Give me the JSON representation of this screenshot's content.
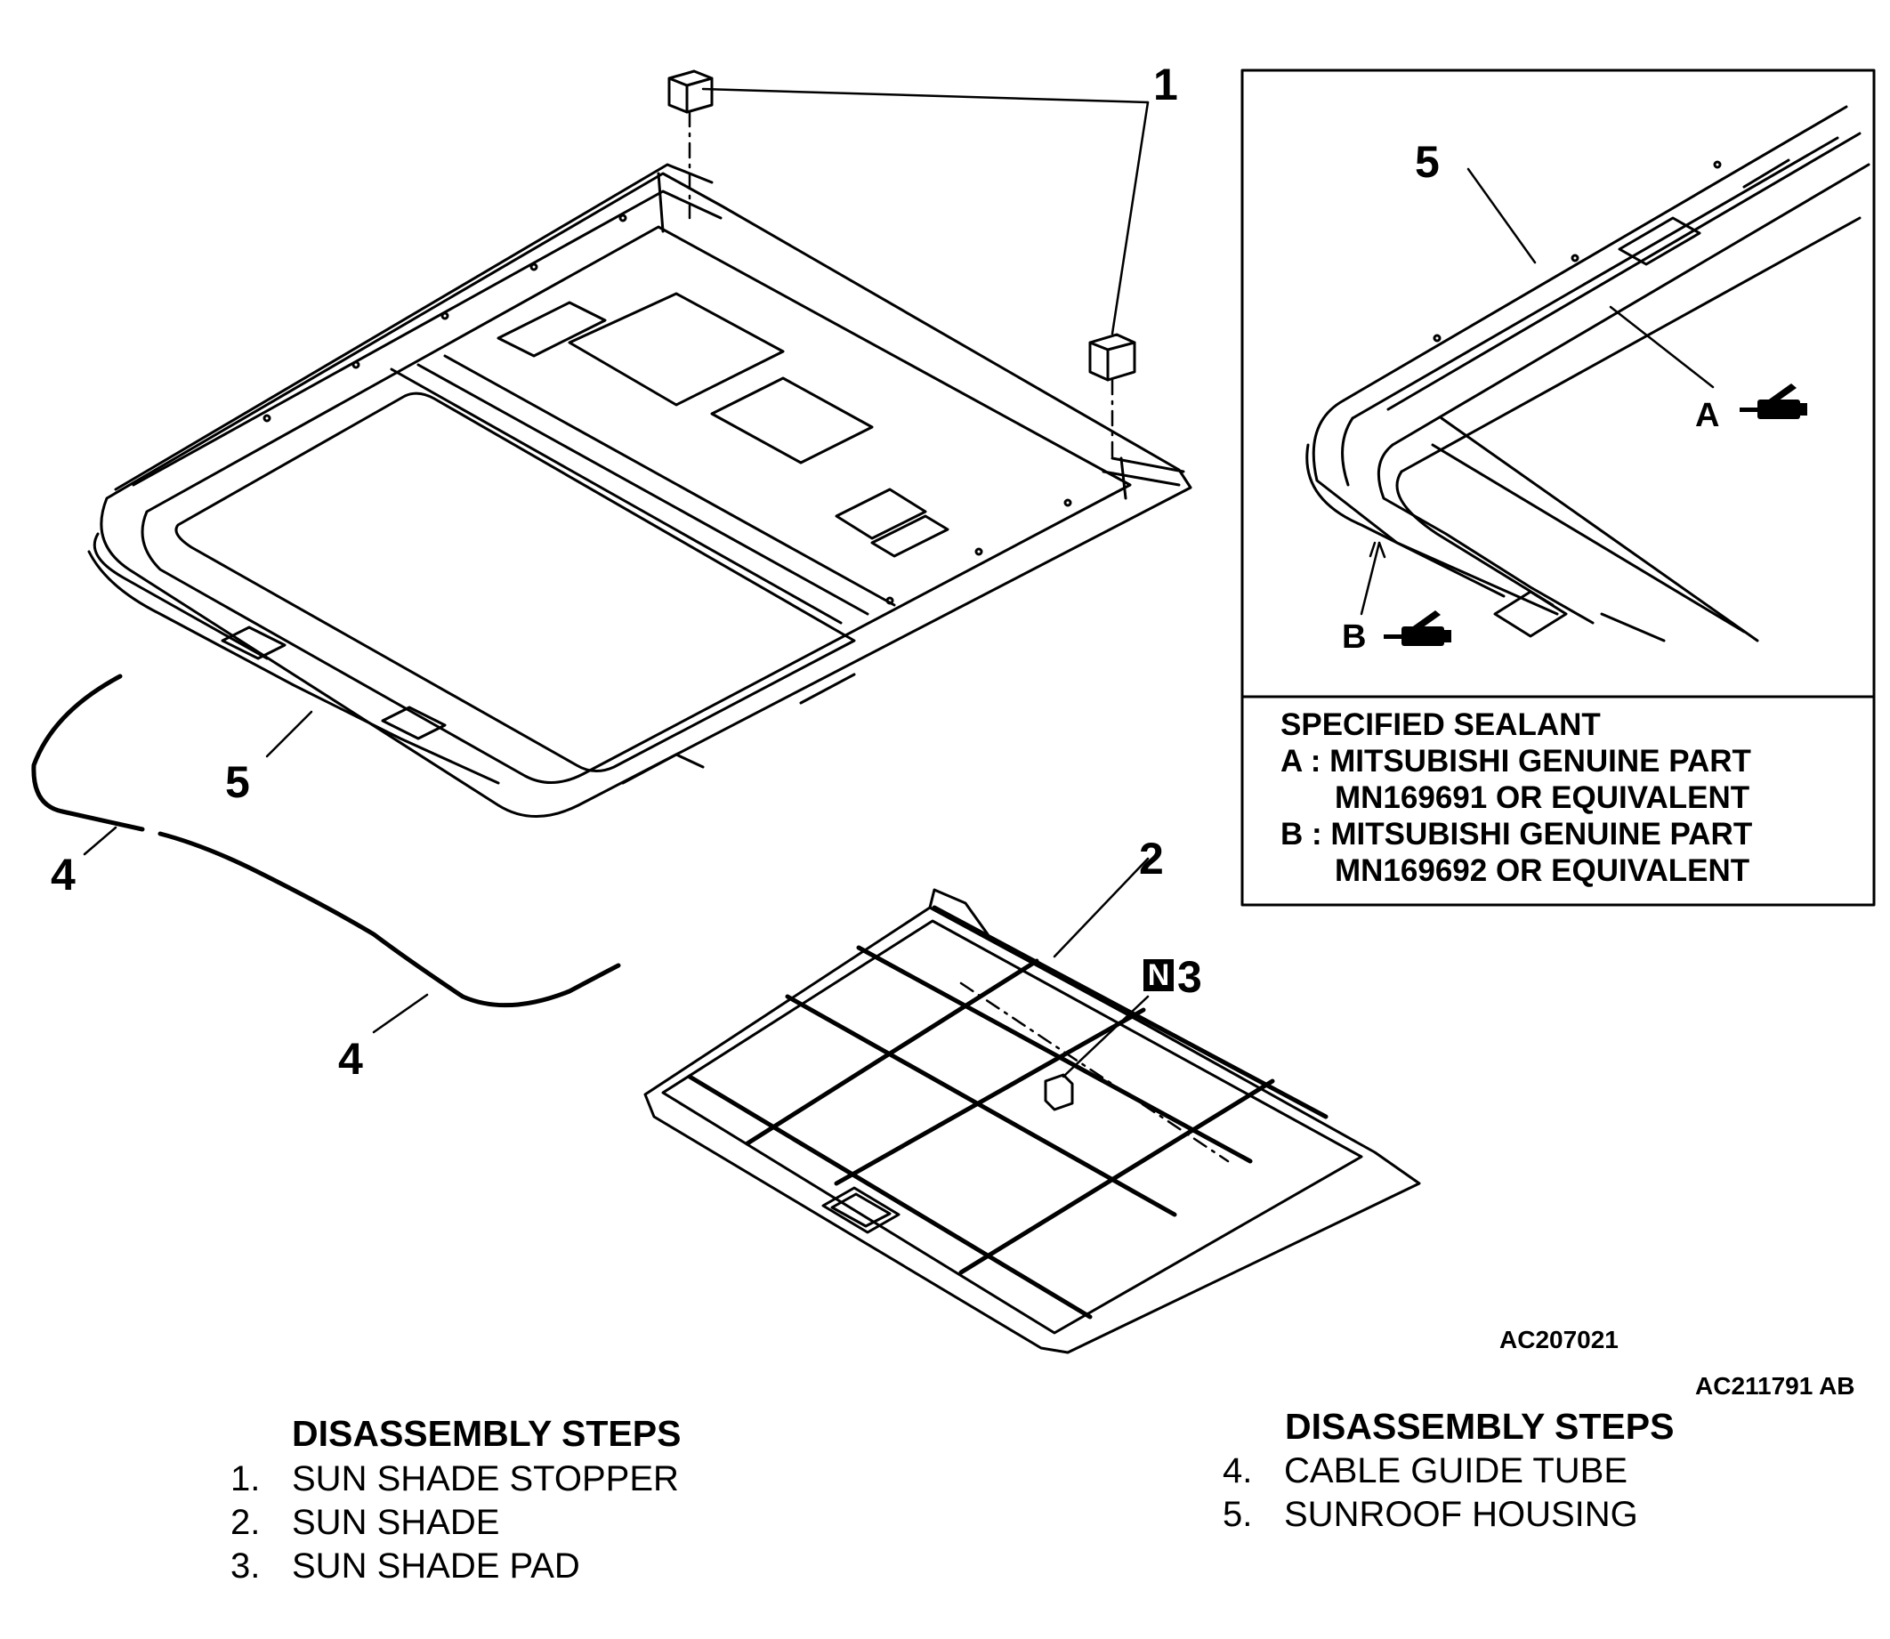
{
  "callouts": {
    "c1": "1",
    "c2": "2",
    "c3": "3",
    "c3_marker": "N",
    "c4a": "4",
    "c4b": "4",
    "c5_main": "5",
    "c5_inset": "5",
    "cA": "A",
    "cB": "B"
  },
  "sealant": {
    "title": "SPECIFIED SEALANT",
    "line1": "A : MITSUBISHI GENUINE PART",
    "line2": "MN169691 OR EQUIVALENT",
    "line3": "B : MITSUBISHI GENUINE PART",
    "line4": "MN169692 OR EQUIVALENT"
  },
  "codes": {
    "figure_code": "AC207021",
    "page_code": "AC211791 AB"
  },
  "steps_left": {
    "heading": "DISASSEMBLY STEPS",
    "items": [
      {
        "num": "1.",
        "label": "SUN SHADE STOPPER"
      },
      {
        "num": "2.",
        "label": "SUN SHADE"
      },
      {
        "num": "3.",
        "label": "SUN SHADE PAD"
      }
    ]
  },
  "steps_right": {
    "heading": "DISASSEMBLY STEPS",
    "items": [
      {
        "num": "4.",
        "label": "CABLE GUIDE TUBE"
      },
      {
        "num": "5.",
        "label": "SUNROOF HOUSING"
      }
    ]
  },
  "icons": {
    "sealant": "sealant-gun-icon"
  }
}
